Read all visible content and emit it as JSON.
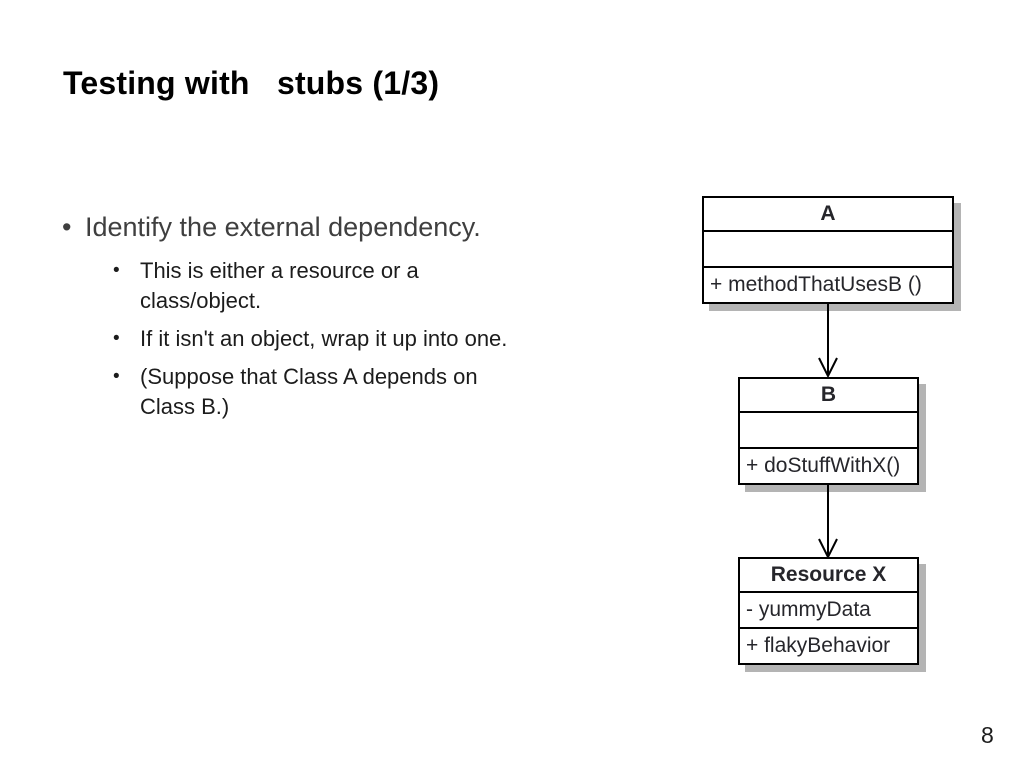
{
  "slide": {
    "title": "Testing with   stubs (1/3)",
    "page_number": "8"
  },
  "bullets": {
    "marker": "•",
    "main": "Identify the external dependency.",
    "sub": [
      {
        "text": "This is either a resource or a\nclass/object."
      },
      {
        "text": "If it isn't an object, wrap it up into one."
      },
      {
        "text": "(Suppose that Class A depends on\nClass B.)"
      }
    ]
  },
  "diagram": {
    "classes": [
      {
        "name": "A",
        "attributes": "",
        "methods": "+ methodThatUsesB ()"
      },
      {
        "name": "B",
        "attributes": "",
        "methods": "+ doStuffWithX()"
      },
      {
        "name": "Resource X",
        "attributes": "- yummyData",
        "methods": "+ flakyBehavior"
      }
    ],
    "connectors": [
      {
        "from": "A",
        "to": "B"
      },
      {
        "from": "B",
        "to": "Resource X"
      }
    ]
  },
  "colors": {
    "title": "#000000",
    "main_bullet": "#3f3f3f",
    "body_text": "#1c1c1c",
    "diagram_text": "#26262b",
    "box_border": "#000000",
    "box_shadow": "#b4b4b4",
    "background": "#ffffff"
  }
}
